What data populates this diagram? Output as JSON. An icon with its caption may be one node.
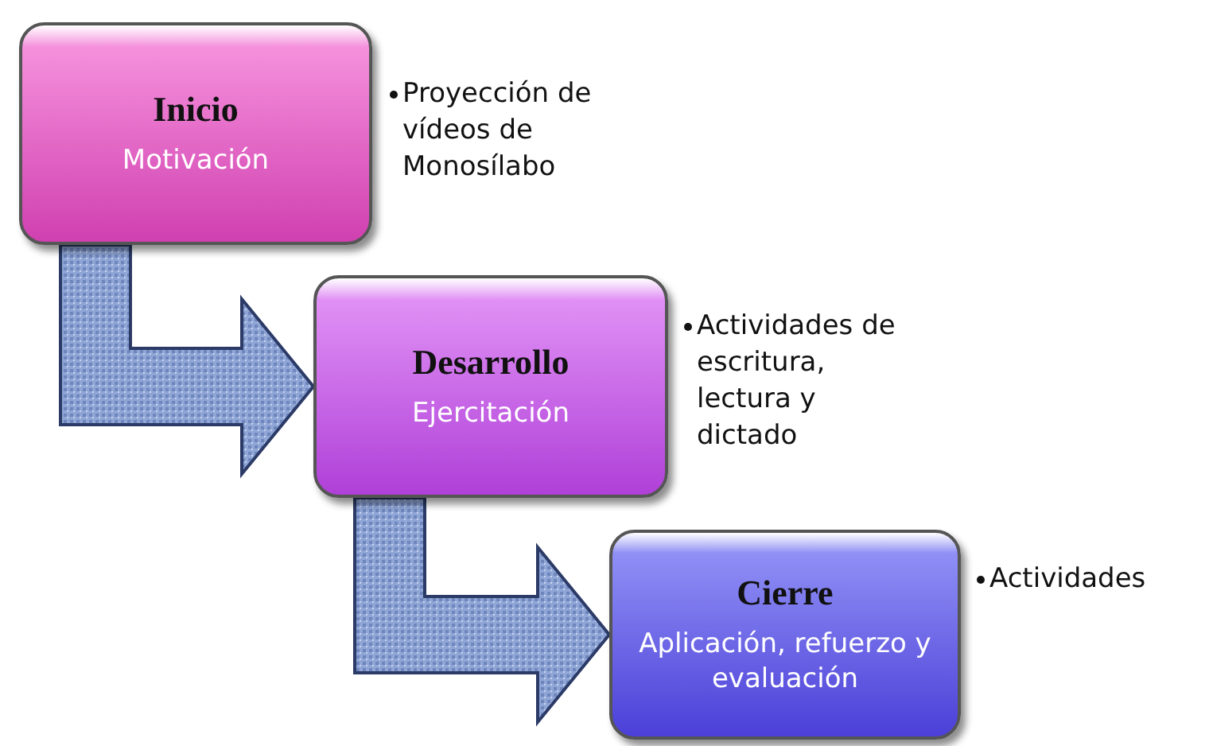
{
  "diagram": {
    "nodes": [
      {
        "text": [
          "Inicio",
          "Motivación"
        ],
        "beside": [
          "Proyección de vídeos de Monosílabo"
        ]
      },
      {
        "text": [
          "Desarrollo",
          "Ejercitación"
        ],
        "beside": [
          "Actividades de escritura, lectura y dictado"
        ]
      },
      {
        "text": [
          "Cierre",
          "Aplicación, refuerzo y evaluación"
        ],
        "beside": [
          "Actividades"
        ]
      }
    ],
    "edges": [
      {
        "from": 0,
        "to": 1,
        "arrow": "to"
      },
      {
        "from": 1,
        "to": 2,
        "arrow": "to"
      }
    ]
  }
}
